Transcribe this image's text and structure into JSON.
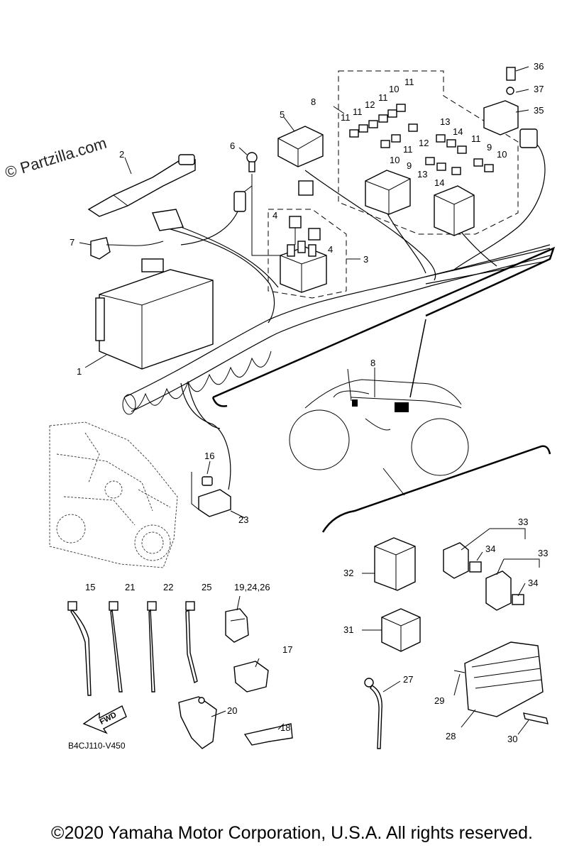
{
  "watermark": "© Partzilla.com",
  "footer": "©2020 Yamaha Motor Corporation, U.S.A. All rights reserved.",
  "diagram_code": "B4CJ110-V450",
  "fwd_label": "FWD",
  "callouts": {
    "c1": "1",
    "c2": "2",
    "c3": "3",
    "c4a": "4",
    "c4b": "4",
    "c5": "5",
    "c6": "6",
    "c7": "7",
    "c8": "8",
    "c8b": "8",
    "c9a": "9",
    "c9b": "9",
    "c10a": "10",
    "c10b": "10",
    "c10c": "10",
    "c11a": "11",
    "c11b": "11",
    "c11c": "11",
    "c11d": "11",
    "c11e": "11",
    "c11f": "11",
    "c12a": "12",
    "c12b": "12",
    "c13a": "13",
    "c13b": "13",
    "c14a": "14",
    "c14b": "14",
    "c15": "15",
    "c16": "16",
    "c17": "17",
    "c18": "18",
    "c19": "19,24,26",
    "c20": "20",
    "c21": "21",
    "c22": "22",
    "c23": "23",
    "c25": "25",
    "c27": "27",
    "c28": "28",
    "c29": "29",
    "c30": "30",
    "c31": "31",
    "c32": "32",
    "c33a": "33",
    "c33b": "33",
    "c34a": "34",
    "c34b": "34",
    "c35": "35",
    "c36": "36",
    "c37": "37"
  }
}
